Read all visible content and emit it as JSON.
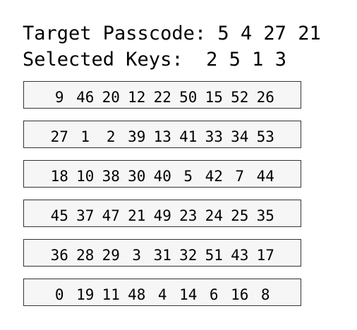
{
  "header": {
    "target_label": "Target Passcode:",
    "target_values": [
      "5",
      "4",
      "27",
      "21"
    ],
    "selected_label": "Selected Keys:",
    "selected_values": [
      "2",
      "5",
      "1",
      "3"
    ]
  },
  "keypad": {
    "rows": [
      [
        "9",
        "46",
        "20",
        "12",
        "22",
        "50",
        "15",
        "52",
        "26"
      ],
      [
        "27",
        "1",
        "2",
        "39",
        "13",
        "41",
        "33",
        "34",
        "53"
      ],
      [
        "18",
        "10",
        "38",
        "30",
        "40",
        "5",
        "42",
        "7",
        "44"
      ],
      [
        "45",
        "37",
        "47",
        "21",
        "49",
        "23",
        "24",
        "25",
        "35"
      ],
      [
        "36",
        "28",
        "29",
        "3",
        "31",
        "32",
        "51",
        "43",
        "17"
      ],
      [
        "0",
        "19",
        "11",
        "48",
        "4",
        "14",
        "6",
        "16",
        "8"
      ]
    ]
  }
}
